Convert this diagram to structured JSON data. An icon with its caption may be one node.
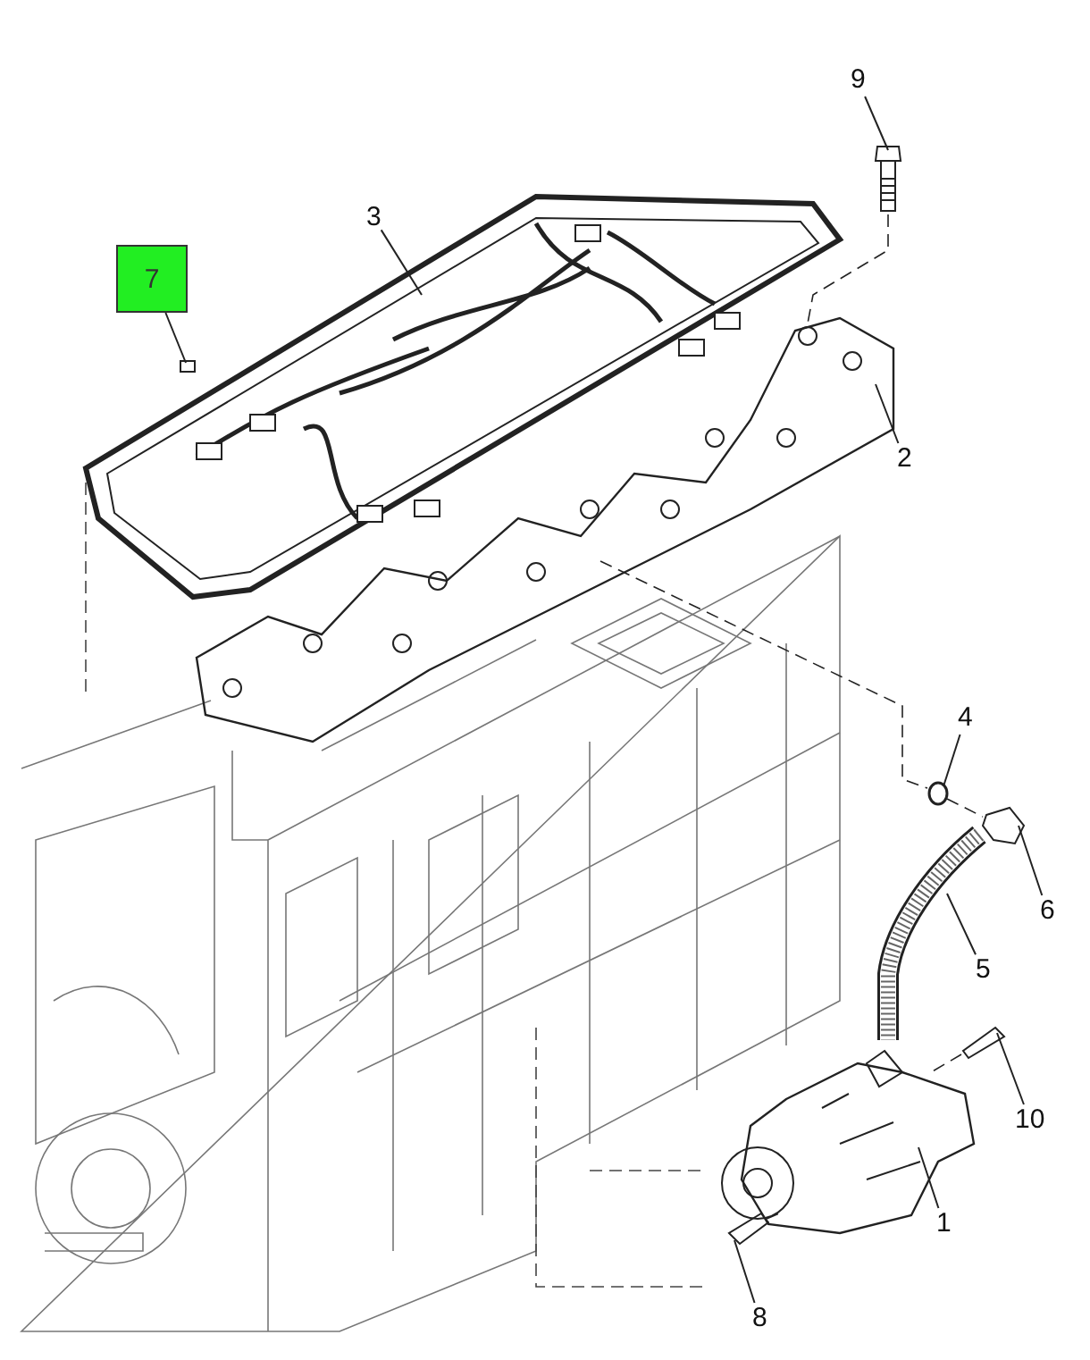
{
  "diagram": {
    "nodes": [
      {
        "text": [
          "9"
        ]
      },
      {
        "text": [
          "3"
        ]
      },
      {
        "text": [
          "7"
        ]
      },
      {
        "text": [
          "2"
        ]
      },
      {
        "text": [
          "4"
        ]
      },
      {
        "text": [
          "6"
        ]
      },
      {
        "text": [
          "5"
        ]
      },
      {
        "text": [
          "10"
        ]
      },
      {
        "text": [
          "1"
        ]
      },
      {
        "text": [
          "8"
        ]
      },
      {
        "text": [],
        "shape": "picture"
      },
      {
        "text": [],
        "shape": "picture"
      },
      {
        "text": [],
        "shape": "box"
      },
      {
        "text": [],
        "shape": "picture"
      },
      {
        "text": [],
        "shape": "circle"
      },
      {
        "text": [],
        "shape": "picture"
      },
      {
        "text": [],
        "shape": "picture"
      },
      {
        "text": [],
        "shape": "picture"
      },
      {
        "text": [],
        "shape": "picture"
      },
      {
        "text": [],
        "shape": "picture"
      }
    ],
    "edges": [
      {
        "from": 0,
        "to": 10,
        "arrow": "none"
      },
      {
        "from": 1,
        "to": 11,
        "arrow": "none"
      },
      {
        "from": 2,
        "to": 12,
        "arrow": "none"
      },
      {
        "from": 3,
        "to": 13,
        "arrow": "none"
      },
      {
        "from": 4,
        "to": 14,
        "arrow": "none"
      },
      {
        "from": 5,
        "to": 15,
        "arrow": "none"
      },
      {
        "from": 6,
        "to": 16,
        "arrow": "none"
      },
      {
        "from": 7,
        "to": 17,
        "arrow": "none"
      },
      {
        "from": 8,
        "to": 18,
        "arrow": "none"
      },
      {
        "from": 9,
        "to": 19,
        "arrow": "none"
      },
      {
        "from": 10,
        "to": 13,
        "arrow": "none",
        "style": "dashed"
      },
      {
        "from": 13,
        "to": 14,
        "arrow": "none",
        "style": "dashed"
      },
      {
        "from": 14,
        "to": 15,
        "arrow": "none",
        "style": "dashed"
      },
      {
        "from": 17,
        "to": 18,
        "arrow": "none",
        "style": "dashed"
      },
      {
        "from": 19,
        "to": 18,
        "arrow": "none",
        "style": "dashed"
      }
    ]
  }
}
